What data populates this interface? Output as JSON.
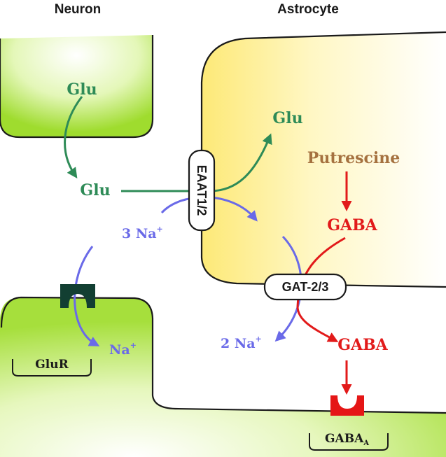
{
  "headers": {
    "neuron": "Neuron",
    "astrocyte": "Astrocyte"
  },
  "labels": {
    "glu_presynaptic": "Glu",
    "glu_cleft": "Glu",
    "glu_astrocyte": "Glu",
    "putrescine": "Putrescine",
    "gaba_astrocyte": "GABA",
    "gaba_cleft": "GABA",
    "na_three": "3 Na",
    "na_three_sup": "+",
    "na_two": "2 Na",
    "na_two_sup": "+",
    "na_single": "Na",
    "na_single_sup": "+",
    "gluR": "GluR",
    "gabaA_main": "GABA",
    "gabaA_sub": "A"
  },
  "transporters": {
    "eaat": "EAAT1/2",
    "gat": "GAT-2/3"
  },
  "colors": {
    "glutamate": "#2e8b57",
    "sodium": "#6a6ae8",
    "gaba": "#e21a1a",
    "putrescine": "#a5713f",
    "receptor_glu": "#123f32",
    "receptor_gaba": "#e51616"
  }
}
